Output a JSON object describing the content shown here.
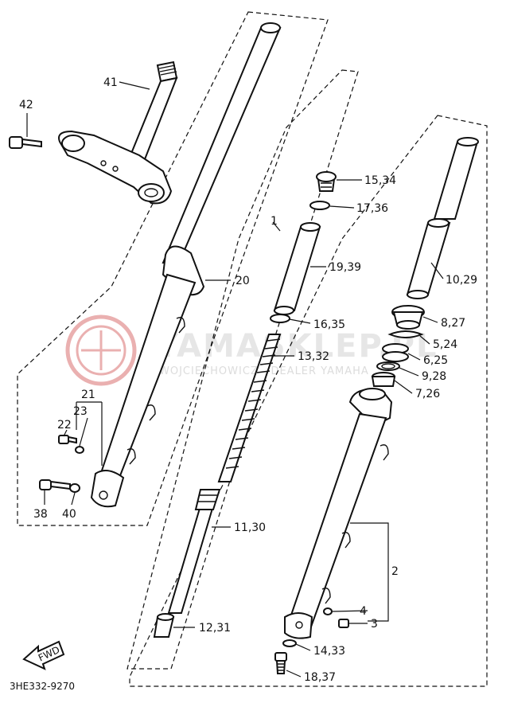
{
  "diagram": {
    "drawing_code": "3HE332-9270",
    "fwd_label": "FWD",
    "watermark": {
      "brand": "YAMASKLEP.PL",
      "line": "WOJCIECHOWICZ | DEALER YAMAHA",
      "color": "#e2a0a0"
    },
    "callouts": {
      "c41": "41",
      "c42": "42",
      "c20": "20",
      "c21": "21",
      "c22": "22",
      "c23": "23",
      "c38": "38",
      "c40": "40",
      "c1": "1",
      "c15": "15,34",
      "c17": "17,36",
      "c19": "19,39",
      "c16": "16,35",
      "c13": "13,32",
      "c11": "11,30",
      "c12": "12,31",
      "c10": "10,29",
      "c8": "8,27",
      "c5": "5,24",
      "c6": "6,25",
      "c9": "9,28",
      "c7": "7,26",
      "c2": "2",
      "c4": "4",
      "c3": "3",
      "c14": "14,33",
      "c18": "18,37"
    }
  }
}
